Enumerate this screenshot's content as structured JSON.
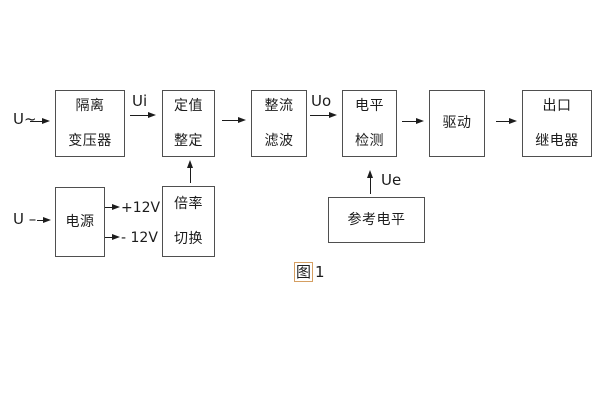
{
  "diagram": {
    "caption": {
      "fig": "图",
      "num": "1"
    },
    "labels": {
      "input_ac": "U~",
      "input_dc": "U –",
      "ui": "Ui",
      "uo": "Uo",
      "ue": "Ue",
      "rail_pos": "+12V",
      "rail_neg": "- 12V"
    },
    "blocks": {
      "isolation_transformer": {
        "lines": [
          "隔离",
          "变压器"
        ]
      },
      "setting_adjust": {
        "lines": [
          "定值",
          "整定"
        ]
      },
      "rectifier_filter": {
        "lines": [
          "整流",
          "滤波"
        ]
      },
      "level_detect": {
        "lines": [
          "电平",
          "检测"
        ]
      },
      "drive": {
        "lines": [
          "驱动"
        ]
      },
      "output_relay": {
        "lines": [
          "出口",
          "继电器"
        ]
      },
      "power_supply": {
        "lines": [
          "电源"
        ]
      },
      "multiplier_switch": {
        "lines": [
          "倍率",
          "切换"
        ]
      },
      "reference_level": {
        "lines": [
          "参考电平"
        ]
      }
    },
    "colors": {
      "box_border": "#4f4f4f",
      "text": "#1c1c1c",
      "arrow": "#1c1c1c",
      "highlight_box": "#d59f62"
    }
  }
}
